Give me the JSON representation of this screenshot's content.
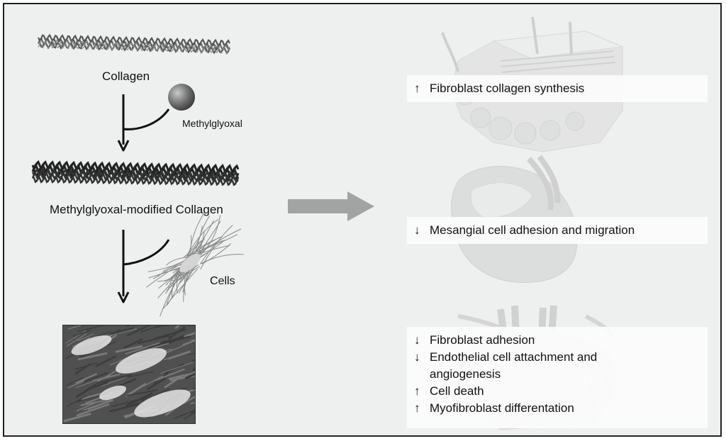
{
  "labels": {
    "collagen": "Collagen",
    "methylglyoxal": "Methylglyoxal",
    "modified_collagen": "Methylglyoxal-modified Collagen",
    "cells": "Cells"
  },
  "effects": {
    "skin": [
      {
        "arrow": "↑",
        "text": "Fibroblast collagen synthesis"
      }
    ],
    "kidney": [
      {
        "arrow": "↓",
        "text": "Mesangial cell adhesion and migration"
      }
    ],
    "heart": [
      {
        "arrow": "↓",
        "text": "Fibroblast adhesion"
      },
      {
        "arrow": "↓",
        "text": "Endothelial cell attachment and"
      },
      {
        "arrow": "",
        "text": "angiogenesis"
      },
      {
        "arrow": "↑",
        "text": "Cell death"
      },
      {
        "arrow": "↑",
        "text": "Myofibroblast differentation"
      }
    ]
  },
  "icons": {
    "collagen": "collagen-triple-helix-icon",
    "modified_collagen": "modified-collagen-helix-icon",
    "methylglyoxal": "sphere-molecule-icon",
    "cell": "fibroblast-cell-icon",
    "skin": "skin-layers-icon",
    "kidney": "kidney-icon",
    "heart": "heart-icon"
  },
  "colors": {
    "background": "#eef0ef",
    "big_arrow": "#a3a3a3",
    "organ_fill": "#d8d8d8"
  }
}
